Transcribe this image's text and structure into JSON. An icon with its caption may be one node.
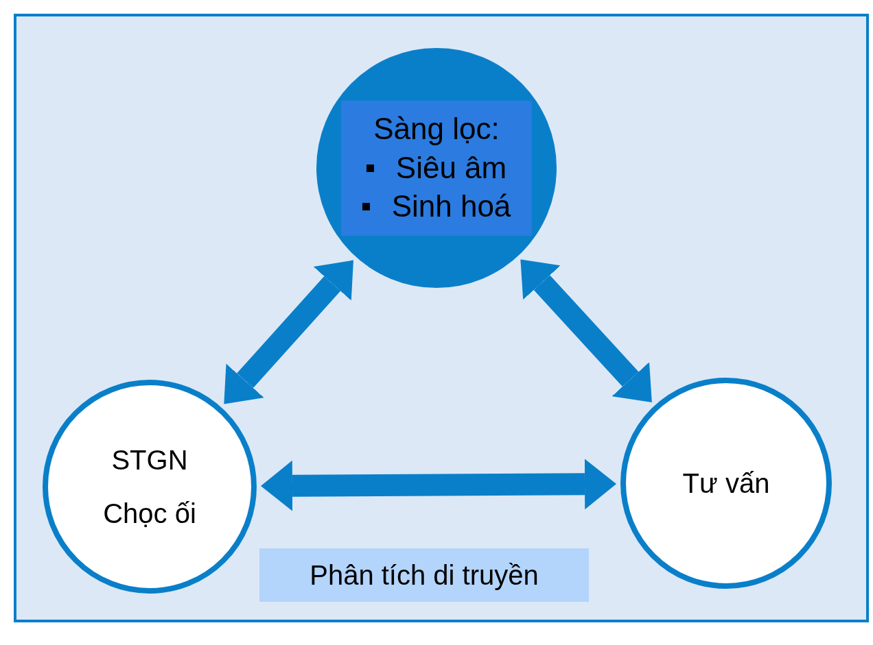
{
  "diagram": {
    "nodes": [
      {
        "text": [
          "Sàng lọc:",
          "Siêu âm",
          "Sinh hoá"
        ]
      },
      {
        "text": [
          "STGN",
          "Chọc ối"
        ]
      },
      {
        "text": [
          "Tư vấn"
        ]
      },
      {
        "text": [
          "Phân tích di truyền"
        ]
      }
    ],
    "edges": [
      {
        "from": 0,
        "to": 1,
        "arrow": "both"
      },
      {
        "from": 0,
        "to": 2,
        "arrow": "both"
      },
      {
        "from": 1,
        "to": 2,
        "arrow": "both"
      }
    ]
  }
}
